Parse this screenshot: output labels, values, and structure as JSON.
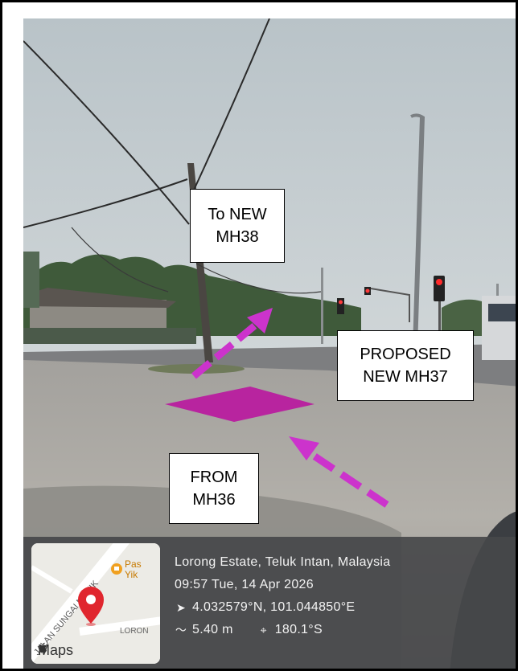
{
  "annotations": {
    "to_label": [
      "To NEW",
      "MH38"
    ],
    "proposed_label": [
      "PROPOSED",
      "NEW MH37"
    ],
    "from_label": [
      "FROM",
      "MH36"
    ],
    "arrow_color": "#cc33cc",
    "manhole_color": "#b8249f"
  },
  "geotag": {
    "location": "Lorong Estate, Teluk Intan, Malaysia",
    "datetime": "09:57 Tue, 14 Apr 2026",
    "coordinates": "4.032579°N, 101.044850°E",
    "altitude": "5.40 m",
    "heading": "180.1°S",
    "icons": [
      "navigation-arrow-icon",
      "altitude-icon",
      "compass-icon"
    ]
  },
  "map_thumbnail": {
    "road_label_1": "JALAN SUNGAI MANIK",
    "road_label_2": "LORON",
    "poi_label_1": "Pas",
    "poi_label_2": "Yik",
    "brand": "Maps",
    "pin_color": "#e0262e"
  }
}
